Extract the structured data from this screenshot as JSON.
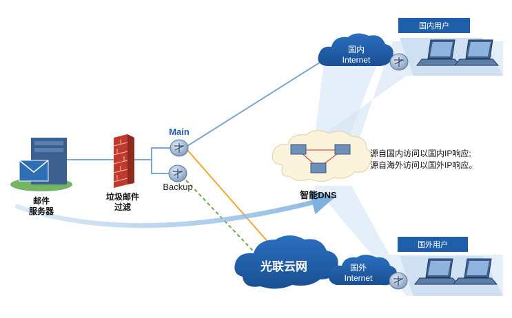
{
  "mail_server": {
    "line1": "邮件",
    "line2": "服务器"
  },
  "spam_filter": {
    "line1": "垃圾邮件",
    "line2": "过滤"
  },
  "routers": {
    "main": "Main",
    "backup": "Backup"
  },
  "smart_dns": {
    "label": "智能DNS"
  },
  "dns_note": {
    "line1": "源自国内访问以国内IP响应;",
    "line2": "源自海外访问以国外IP响应。"
  },
  "domestic_cloud": {
    "line1": "国内",
    "line2": "Internet"
  },
  "overseas_cloud": {
    "line1": "国外",
    "line2": "Internet"
  },
  "domestic_users": {
    "label": "国内用户"
  },
  "overseas_users": {
    "label": "国外用户"
  },
  "guanglian_cloud": {
    "label": "光联云网"
  },
  "colors": {
    "blue_line": "#7aa6d4",
    "orange_line": "#f0a830",
    "green_dashed": "#6aa84f",
    "label_box": "#1f5ea8",
    "dark_cloud": "#1f5ea8",
    "beam": "#c9dcf2"
  }
}
